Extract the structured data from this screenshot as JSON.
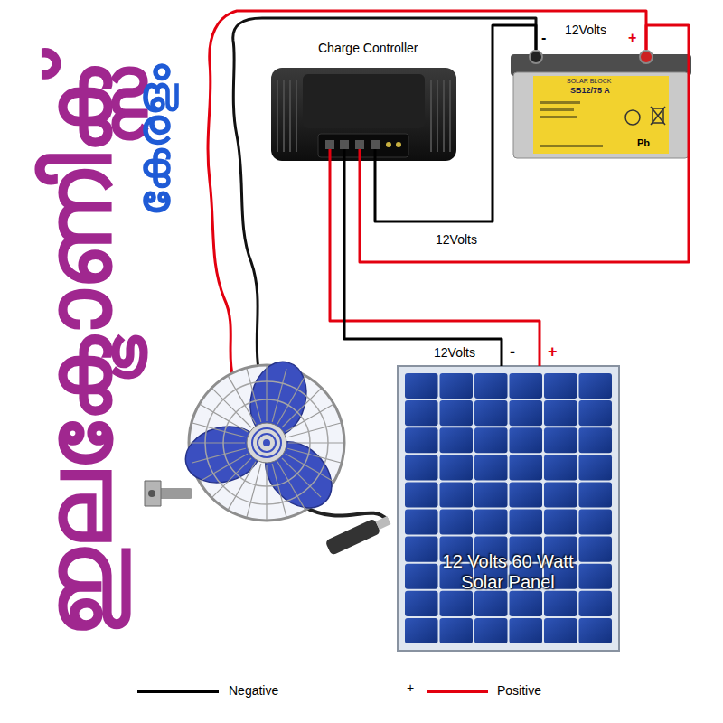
{
  "diagram": {
    "nodes": [
      {
        "text": [
          "Charge Controller"
        ]
      },
      {
        "text": [
          "12Volts",
          "-",
          "+",
          "SOLAR BLOCK",
          "SB12/75 A",
          "Pb"
        ]
      },
      {
        "text": [
          "-",
          "+",
          "12 Volts 60 Watt Solar Panel"
        ]
      }
    ],
    "edges": [
      {
        "from": 0,
        "to": 1,
        "arrow": "none",
        "label": "12Volts"
      },
      {
        "from": 0,
        "to": 1,
        "arrow": "none"
      },
      {
        "from": 0,
        "to": 2,
        "arrow": "none"
      },
      {
        "from": 0,
        "to": 2,
        "arrow": "none",
        "label": "12Volts"
      }
    ],
    "labels": [
      "ഇലക്ട്രോണിക്സ്",
      "കേരളം",
      "+"
    ],
    "legend": [
      {
        "text": "Negative"
      },
      {
        "text": "Positive"
      }
    ]
  }
}
